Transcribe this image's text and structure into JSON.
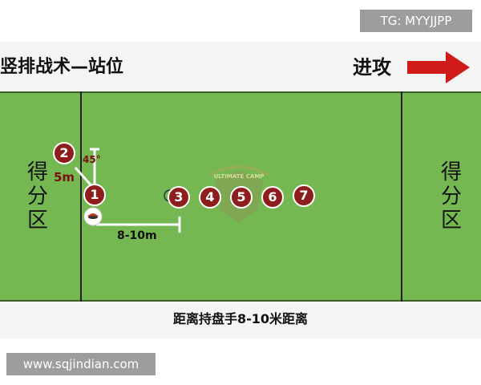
{
  "watermark_top": "TG: MYYJJPP",
  "watermark_bottom": "www.sqjindian.com",
  "title": "竖排战术—站位",
  "attack_label": "进攻",
  "endzone_left": "得分区",
  "endzone_right": "得分区",
  "angle_label": "45°",
  "short_distance": "5m",
  "long_distance": "8-10m",
  "logo_text": "ULTIMATE CAMP",
  "caption": "距离持盘手8-10米距离",
  "players": [
    "1",
    "2",
    "3",
    "4",
    "5",
    "6",
    "7"
  ],
  "colors": {
    "field": "#75b852",
    "player": "#8e1d1d",
    "arrow": "#d11a1a"
  },
  "icons": [
    "arrow-right-icon",
    "disc-icon",
    "camp-logo-icon"
  ]
}
